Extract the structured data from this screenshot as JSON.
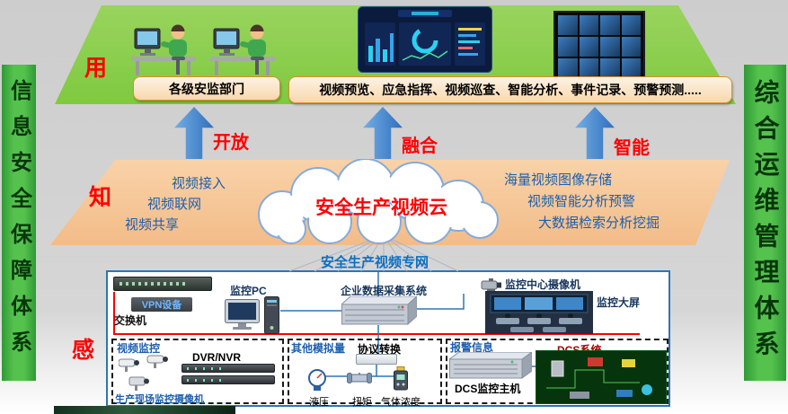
{
  "page": {
    "left_banner": "信息安全保障体系",
    "right_banner": "综合运维管理体系"
  },
  "top": {
    "tag": "用",
    "dept_box": "各级安监部门",
    "functions_box": "视频预览、应急指挥、视频巡查、智能分析、事件记录、预警预测....."
  },
  "arrows": {
    "open": "开放",
    "fusion": "融合",
    "intelligent": "智能"
  },
  "middle": {
    "tag": "知",
    "cloud_title": "安全生产视频云",
    "left_items": [
      "视频接入",
      "视频联网",
      "视频共享"
    ],
    "right_items": [
      "海量视频图像存储",
      "视频智能分析预警",
      "大数据检索分析挖掘"
    ]
  },
  "network": {
    "label": "安全生产视频专网"
  },
  "bottom": {
    "tag": "感",
    "switch_label": "交换机",
    "vpn_label": "VPN设备",
    "pc_label": "监控PC",
    "collector_label": "企业数据采集系统",
    "center_camera_label": "监控中心摄像机",
    "big_screen_label": "监控大屏",
    "group_video": {
      "title": "视频监控",
      "dvr_label": "DVR/NVR",
      "camera_label": "生产现场监控摄像机"
    },
    "group_analog": {
      "title": "其他模拟量",
      "converter_label": "协议转换",
      "sensors": [
        "液压",
        "扭矩",
        "气体浓度"
      ]
    },
    "group_alarm": {
      "title": "报警信息",
      "dcs_system_label": "DCS系统",
      "dcs_host_label": "DCS监控主机"
    }
  }
}
